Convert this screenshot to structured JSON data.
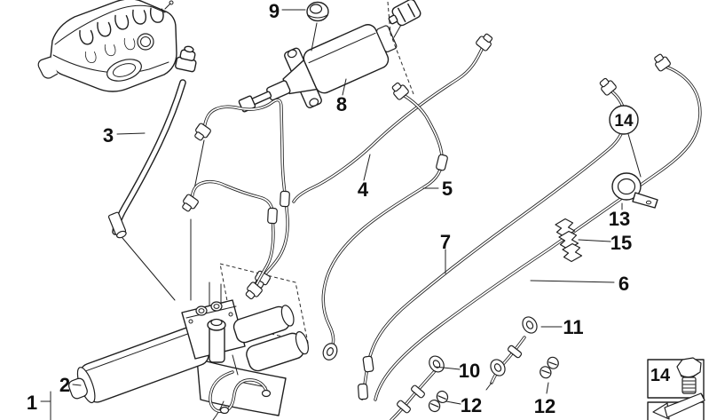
{
  "diagram": {
    "description": "exploded-parts-line-drawing",
    "background_color": "#ffffff",
    "line_color": "#1f1f1f",
    "callouts": {
      "c1": "1",
      "c2": "2",
      "c3": "3",
      "c4": "4",
      "c5": "5",
      "c6": "6",
      "c7": "7",
      "c8": "8",
      "c9": "9",
      "c10": "10",
      "c11": "11",
      "c12a": "12",
      "c12b": "12",
      "c13": "13",
      "c15": "15"
    },
    "circle_badge_label": "14",
    "legend": {
      "row1_label": "14",
      "row1_icon": "hex-bolt-icon",
      "row2_icon": "exchange-arrow-icon"
    }
  }
}
